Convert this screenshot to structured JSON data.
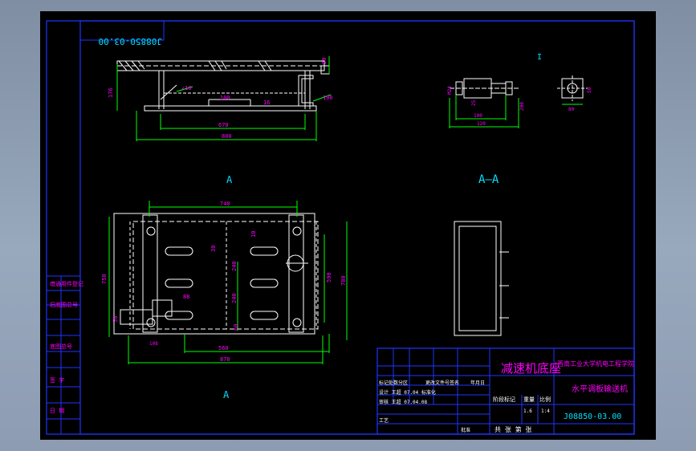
{
  "drawing": {
    "code_upside_down": "J08850-03.00",
    "section_mark_top": "A",
    "section_mark_bottom": "A",
    "section_view_label": "A—A",
    "detail_mark": "I",
    "colors": {
      "border": "#1f35ff",
      "geometry": "#ffffff",
      "dimension": "#00ff00",
      "dim_text": "#ff00ff",
      "title_text": "#00e0ff"
    }
  },
  "top_view": {
    "dims": {
      "height": "176",
      "angle": "∠10",
      "inner": "100",
      "flange": "16",
      "channel": "20",
      "slot": "100",
      "span_670": "670",
      "span_800": "800"
    }
  },
  "detail_view": {
    "dims": {
      "m24": "M24",
      "d25": "25",
      "w100": "100",
      "w120": "120",
      "d200": "200",
      "sq50": "50",
      "sq80": "80"
    }
  },
  "plan_view": {
    "dims": {
      "top_740": "740",
      "ten": "10",
      "thirty": "30",
      "d240a": "240",
      "d240b": "240",
      "d88": "88",
      "d50": "50",
      "d108": "108",
      "d60": "60",
      "d560": "560",
      "d870": "870",
      "d750": "750",
      "d590": "590",
      "d780": "780"
    }
  },
  "title_block": {
    "part_name": "减速机底座",
    "school": "西南工业大学机电工程学院",
    "product": "水平调板输送机",
    "drawing_no": "J08850-03.00",
    "row_headers": [
      "标记处数分区",
      "更改文件号签名",
      "年月日"
    ],
    "design_row": "设计 王超 07.04 标准化",
    "check_row": "审核 王超 07.04.08",
    "process_row": "工艺",
    "approve": "批准",
    "stage_header": "阶段标记",
    "weight_header": "重量",
    "scale_header": "比例",
    "scale_value": "1:4",
    "sheet_row": "共 张 第 张",
    "qty_value": "1.6"
  },
  "left_stamp_labels": [
    "借通用件登记",
    "旧底图总号",
    "底图总号",
    "签 字",
    "日 期"
  ]
}
